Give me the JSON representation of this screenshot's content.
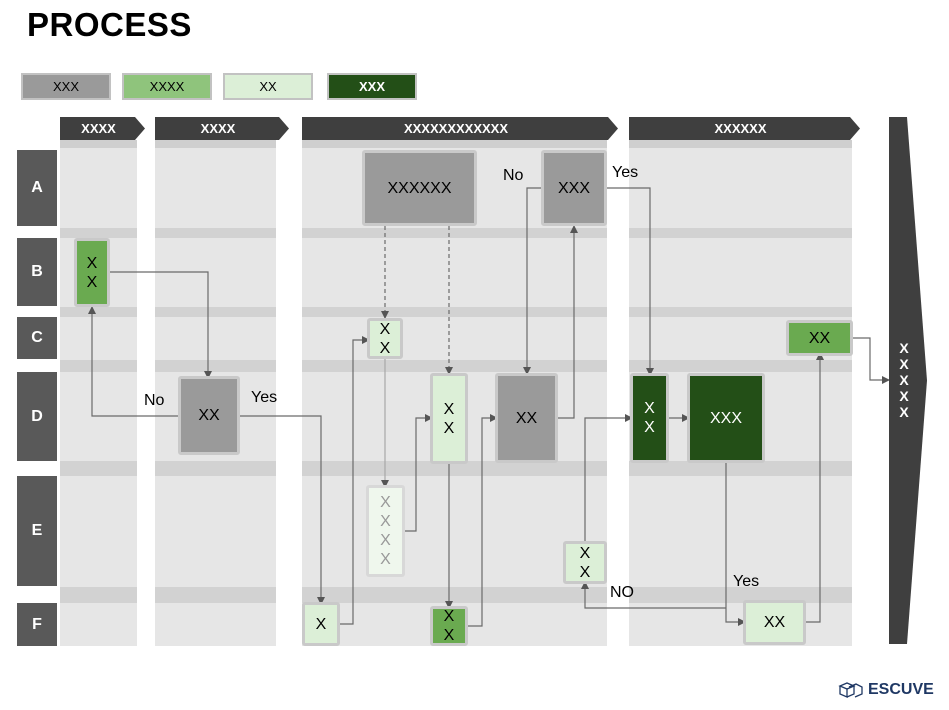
{
  "title": "PROCESS",
  "legend": [
    {
      "label": "XXX",
      "color": "#9a9a9a"
    },
    {
      "label": "XXXX",
      "color": "#8fc47c"
    },
    {
      "label": "XX",
      "color": "#dcefd7"
    },
    {
      "label": "XXX",
      "color": "#234f17"
    }
  ],
  "phases": [
    "XXXX",
    "XXXX",
    "XXXXXXXXXXXX",
    "XXXXXX"
  ],
  "rows": [
    "A",
    "B",
    "C",
    "D",
    "E",
    "F"
  ],
  "nodes": {
    "a1": "XXXXXX",
    "a2": "XXX",
    "b1": "X\nX",
    "c1": "X\nX",
    "c2": "XX",
    "d1": "XX",
    "d2": "X\nX",
    "d3": "XX",
    "d4": "X\nX",
    "d5": "XXX",
    "e1": "X\nX\nX\nX",
    "e2": "X\nX",
    "f1": "X",
    "f2": "X\nX",
    "f3": "XX"
  },
  "labels": {
    "no_a": "No",
    "yes_a": "Yes",
    "no_d": "No",
    "yes_d": "Yes",
    "no_f": "NO",
    "yes_f": "Yes"
  },
  "output": "X\nX\nX\nX\nX",
  "brand": "ESCUVE",
  "colors": {
    "gray": "#9a9a9a",
    "green": "#6aaa50",
    "light": "#dcefd7",
    "dark": "#234f17",
    "header": "#3f3f3f",
    "row_label": "#595959"
  }
}
